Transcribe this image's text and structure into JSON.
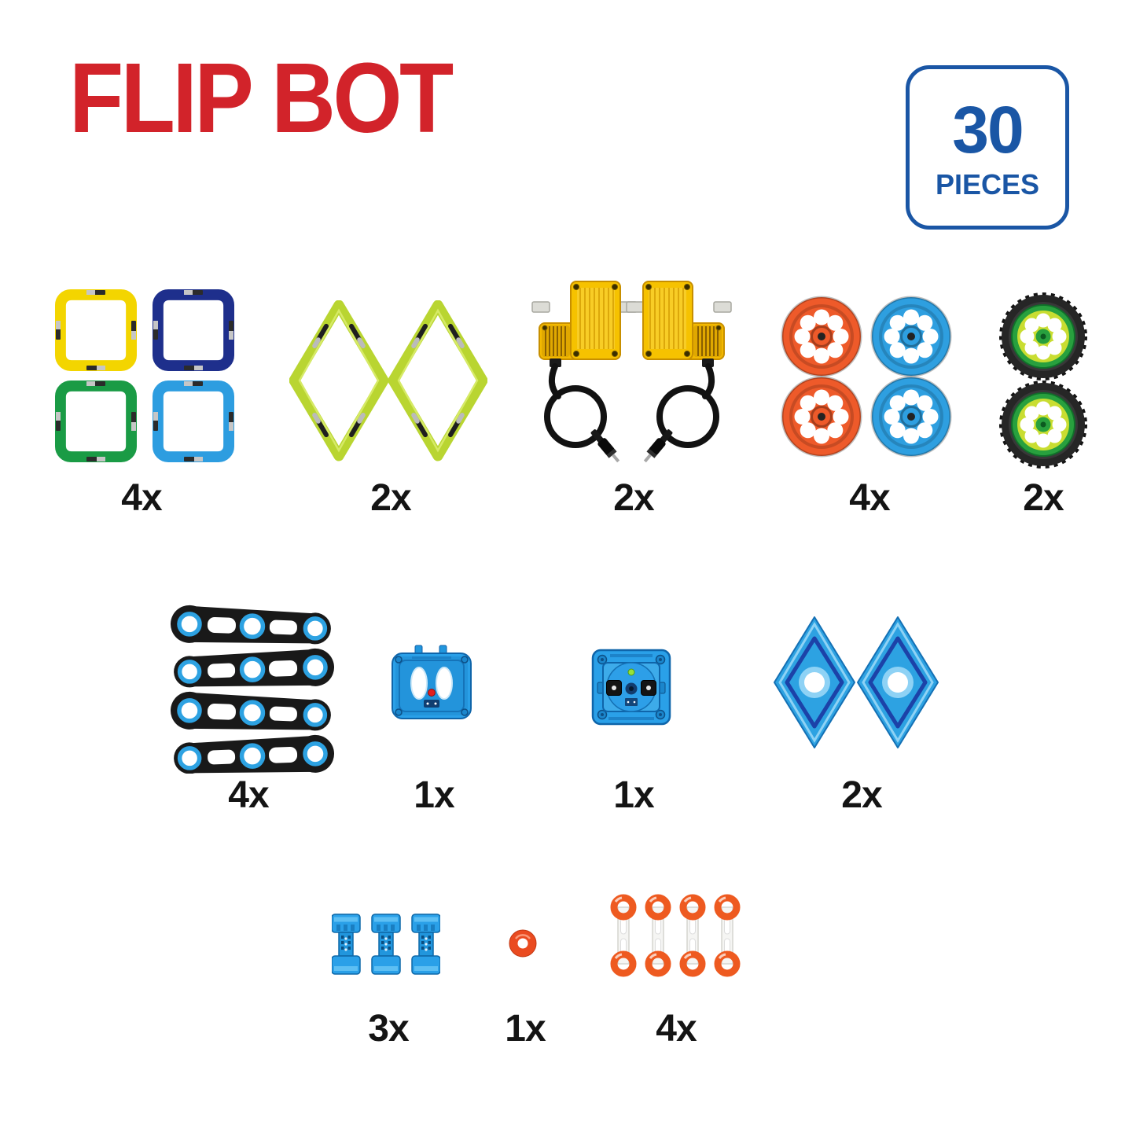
{
  "title": "FLIP BOT",
  "badge": {
    "count": "30",
    "label": "PIECES"
  },
  "colors": {
    "title_red": "#d2232a",
    "badge_blue": "#1a56a5",
    "label_black": "#141414",
    "square_yellow": "#f3d500",
    "square_navy": "#1e2f8c",
    "square_green": "#1a9b45",
    "square_blue": "#2d9de0",
    "diamond_lime": "#b9d531",
    "motor_yellow": "#f6c200",
    "wheel_orange": "#ee5a2a",
    "wheel_blue": "#2e9fe0",
    "tire_black": "#262626",
    "tire_rim_green": "#28a03e",
    "tire_hub_lime": "#c9dd31",
    "arm_black": "#191919",
    "arm_ring_blue": "#2da2e2",
    "electronics_blue": "#2aa0e8",
    "diamond_blue": "#2da2e2",
    "connector_blue": "#2196dd",
    "ring_orange": "#ea4b20",
    "link_orange": "#ee5a20"
  },
  "parts": [
    {
      "name": "square-panels",
      "qty": "4x"
    },
    {
      "name": "diamond-panels-green",
      "qty": "2x"
    },
    {
      "name": "motors-with-cables",
      "qty": "2x"
    },
    {
      "name": "wheel-hubs",
      "qty": "4x"
    },
    {
      "name": "tires",
      "qty": "2x"
    },
    {
      "name": "link-arms",
      "qty": "4x"
    },
    {
      "name": "remote-control",
      "qty": "1x"
    },
    {
      "name": "battery-box",
      "qty": "1x"
    },
    {
      "name": "diamond-panels-blue",
      "qty": "2x"
    },
    {
      "name": "axle-connectors",
      "qty": "3x"
    },
    {
      "name": "spacer-ring",
      "qty": "1x"
    },
    {
      "name": "connector-links",
      "qty": "4x"
    }
  ]
}
